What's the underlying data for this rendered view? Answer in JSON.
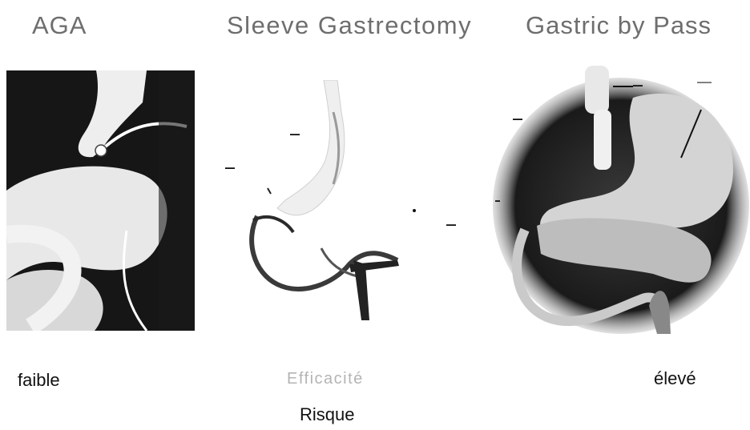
{
  "titles": {
    "aga": "AGA",
    "sleeve": "Sleeve Gastrectomy",
    "bypass": "Gastric by Pass"
  },
  "labels": {
    "faible": "faible",
    "efficacite": "Efficacité",
    "eleve": "élevé",
    "risque": "Risque"
  },
  "colors": {
    "title": "#6e6e6e",
    "text": "#111111",
    "faded": "#b4b4b4"
  }
}
